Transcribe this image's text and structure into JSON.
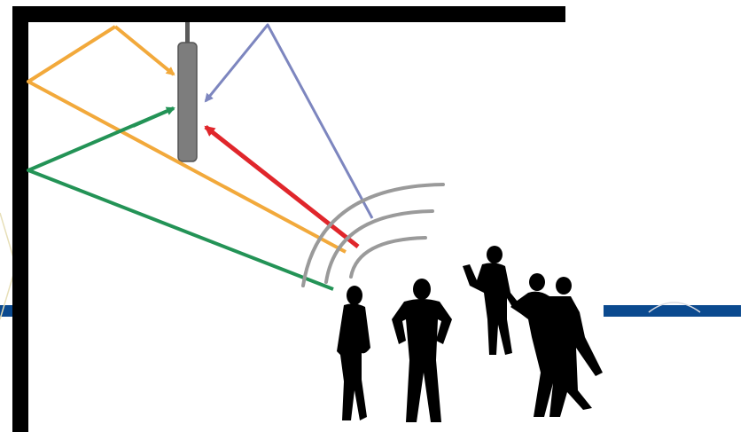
{
  "diagram": {
    "description_icons": [
      "ceiling-mounted-microphone-icon",
      "sound-wave-icon",
      "crowd-silhouette-icon"
    ],
    "colors": {
      "walls": "#000000",
      "microphone": "#7d7d7d",
      "direct_path": "#e0262b",
      "reflection_orange": "#f2a93b",
      "reflection_green": "#239356",
      "reflection_blue": "#7d86bf",
      "sound_waves": "#9a9a9a",
      "side_bars": "#0b4a8f",
      "silhouettes": "#000000",
      "background": "#ffffff"
    },
    "paths": [
      "direct",
      "ceiling-reflection",
      "wall-reflection-upper",
      "wall-reflection-lower"
    ]
  }
}
